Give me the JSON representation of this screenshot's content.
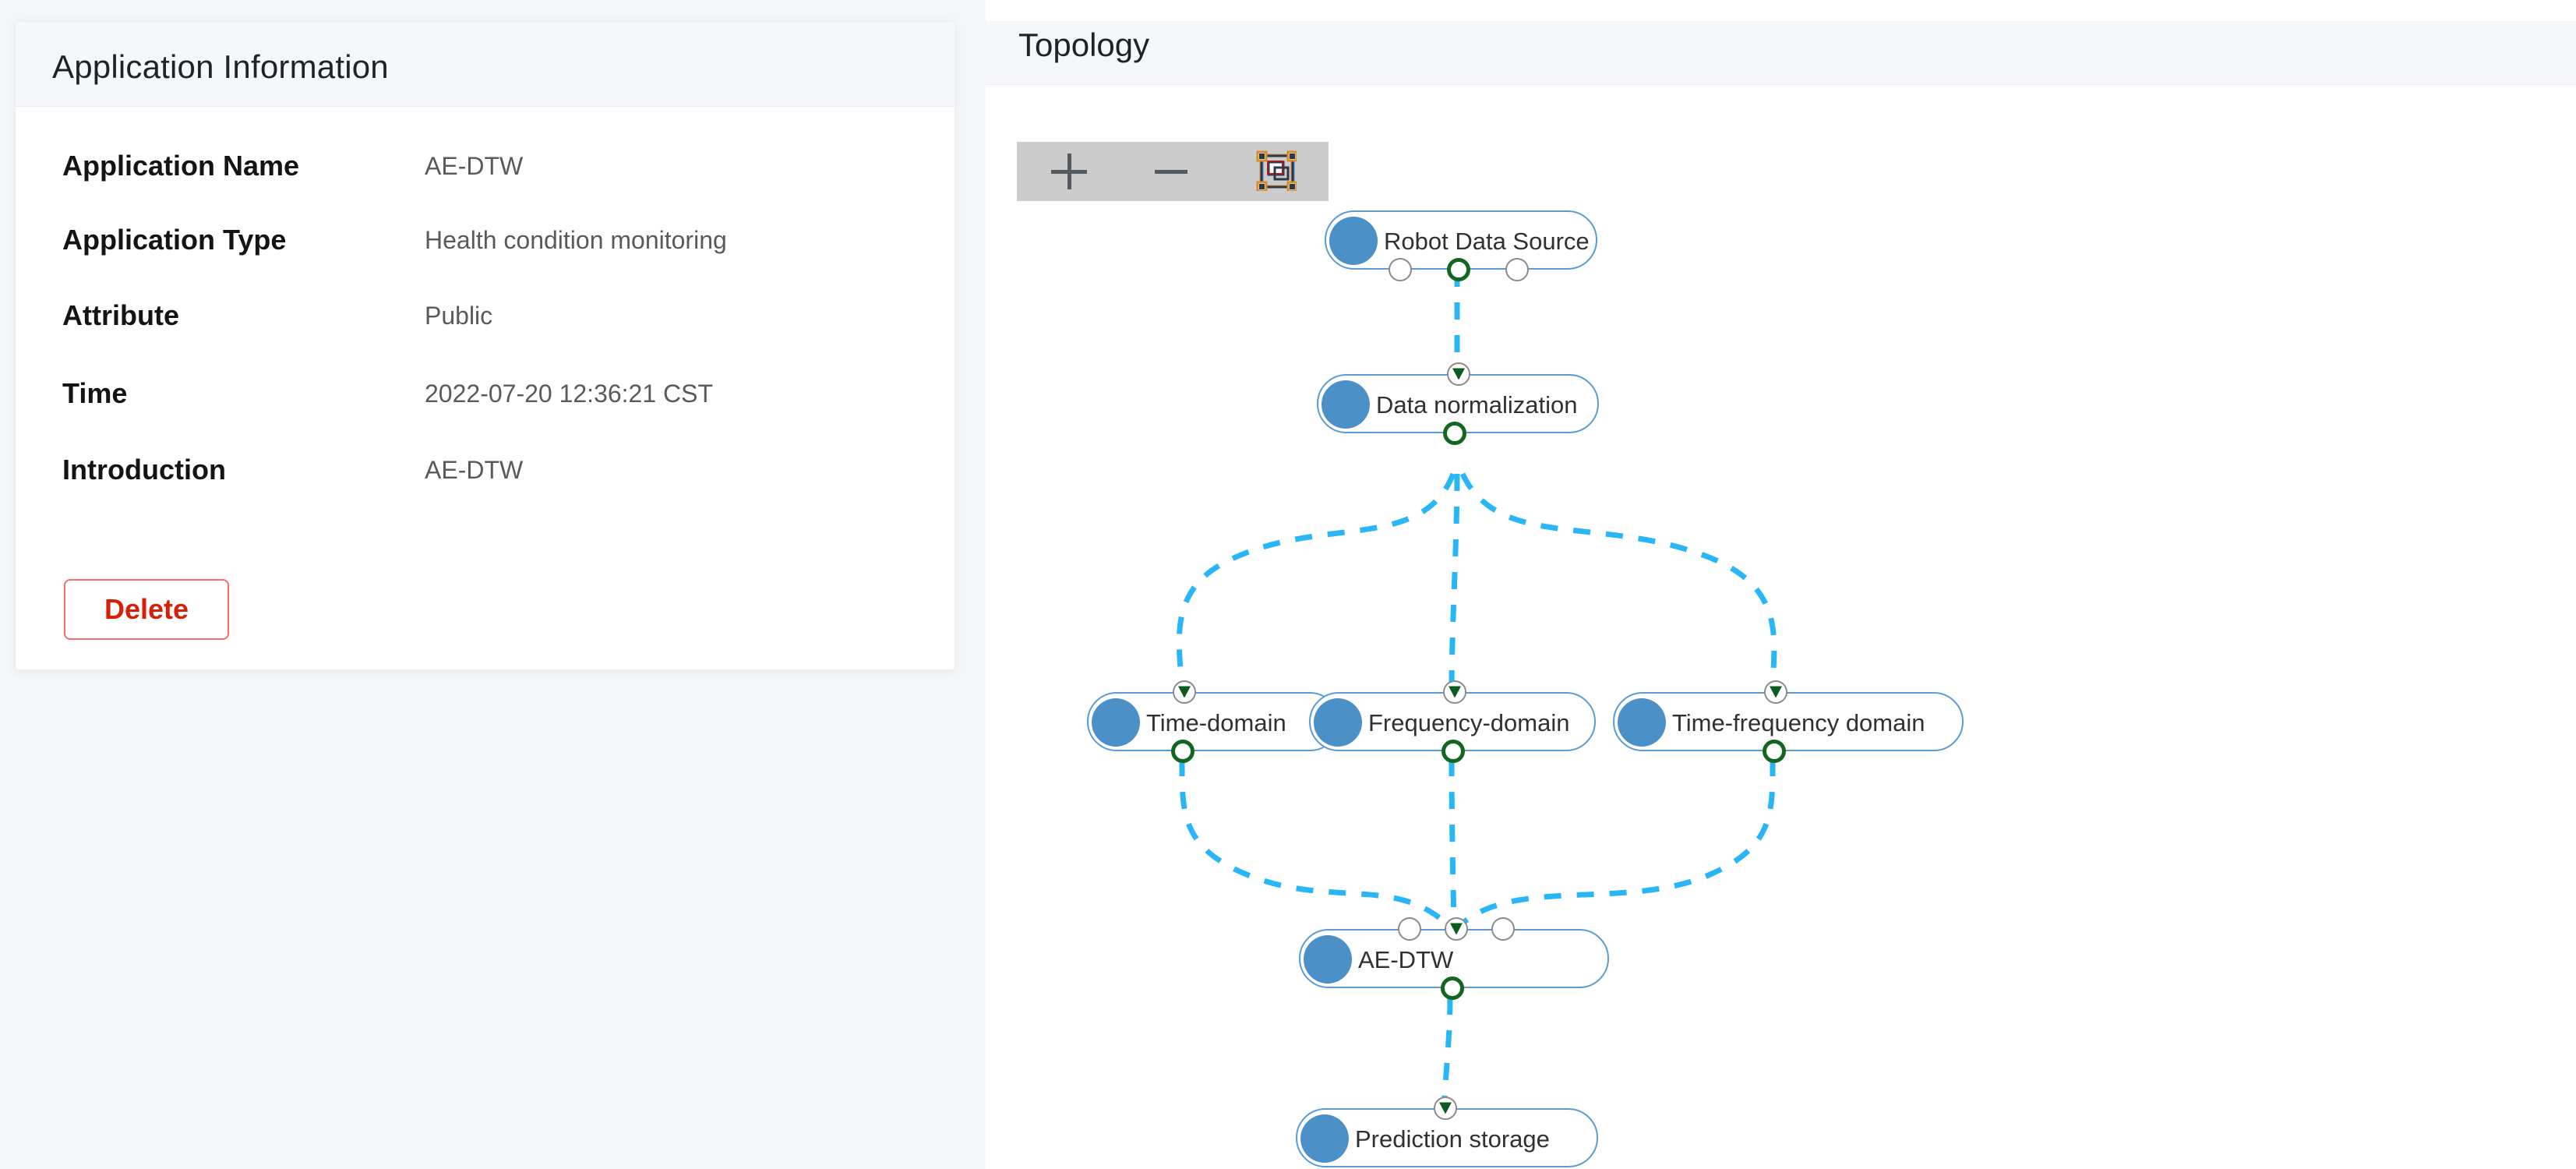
{
  "info_panel": {
    "title": "Application Information",
    "rows": [
      {
        "label": "Application Name",
        "value": "AE-DTW"
      },
      {
        "label": "Application Type",
        "value": "Health condition monitoring"
      },
      {
        "label": "Attribute",
        "value": "Public"
      },
      {
        "label": "Time",
        "value": "2022-07-20 12:36:21 CST"
      },
      {
        "label": "Introduction",
        "value": "AE-DTW"
      }
    ],
    "delete_label": "Delete"
  },
  "topology_panel": {
    "title": "Topology",
    "toolbar": {
      "zoom_in_label": "+",
      "zoom_out_label": "−",
      "fit_view_label": "fit-view"
    },
    "nodes": [
      {
        "id": "robot-data-source",
        "label": "Robot Data Source"
      },
      {
        "id": "data-normalization",
        "label": "Data normalization"
      },
      {
        "id": "time-domain",
        "label": "Time-domain"
      },
      {
        "id": "frequency-domain",
        "label": "Frequency-domain"
      },
      {
        "id": "time-frequency-domain",
        "label": "Time-frequency domain"
      },
      {
        "id": "ae-dtw",
        "label": "AE-DTW"
      },
      {
        "id": "prediction-storage",
        "label": "Prediction storage"
      }
    ],
    "edges": [
      {
        "from": "robot-data-source",
        "to": "data-normalization"
      },
      {
        "from": "data-normalization",
        "to": "time-domain"
      },
      {
        "from": "data-normalization",
        "to": "frequency-domain"
      },
      {
        "from": "data-normalization",
        "to": "time-frequency-domain"
      },
      {
        "from": "time-domain",
        "to": "ae-dtw"
      },
      {
        "from": "frequency-domain",
        "to": "ae-dtw"
      },
      {
        "from": "time-frequency-domain",
        "to": "ae-dtw"
      },
      {
        "from": "ae-dtw",
        "to": "prediction-storage"
      }
    ]
  },
  "colors": {
    "node_border": "#5b9bd5",
    "node_dot": "#4b90c6",
    "edge": "#29b6f6",
    "port_active": "#13661f",
    "danger": "#d81e06",
    "header_bg": "#f5f7fa",
    "toolbar_bg": "#cccccc"
  }
}
